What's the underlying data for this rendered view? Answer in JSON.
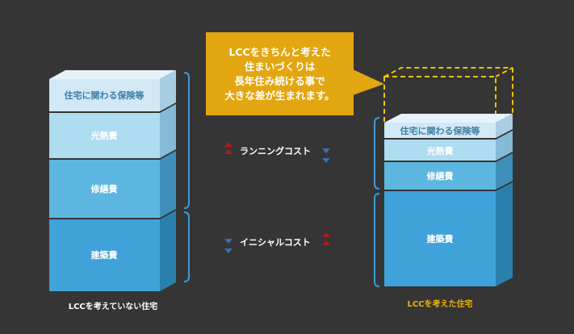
{
  "colors": {
    "background": "#353535",
    "callout": "#e2a611",
    "bracket": "#3a9ad9",
    "arrow_up": "#b3171e",
    "arrow_down": "#3a6fb0",
    "caption_right": "#f0b400",
    "dashed_box": "#f3c300",
    "layer_insurance": "#d2e8f5",
    "layer_utilities": "#aedcf1",
    "layer_repair": "#5cb6df",
    "layer_construction": "#3fa2d8"
  },
  "left_stack": {
    "caption": "LCCを考えていない住宅",
    "layers": [
      "住宅に関わる保険等",
      "光熱費",
      "修繕費",
      "建築費"
    ]
  },
  "right_stack": {
    "caption": "LCCを考えた住宅",
    "layers": [
      "住宅に関わる保険等",
      "光熱費",
      "修繕費",
      "建築費"
    ]
  },
  "comparison": {
    "running_label": "ランニングコスト",
    "initial_label": "イニシャルコスト"
  },
  "callout": {
    "lines": [
      "LCCをきちんと考えた",
      "住まいづくりは",
      "長年住み続ける事で",
      "大きな差が生まれます。"
    ]
  }
}
